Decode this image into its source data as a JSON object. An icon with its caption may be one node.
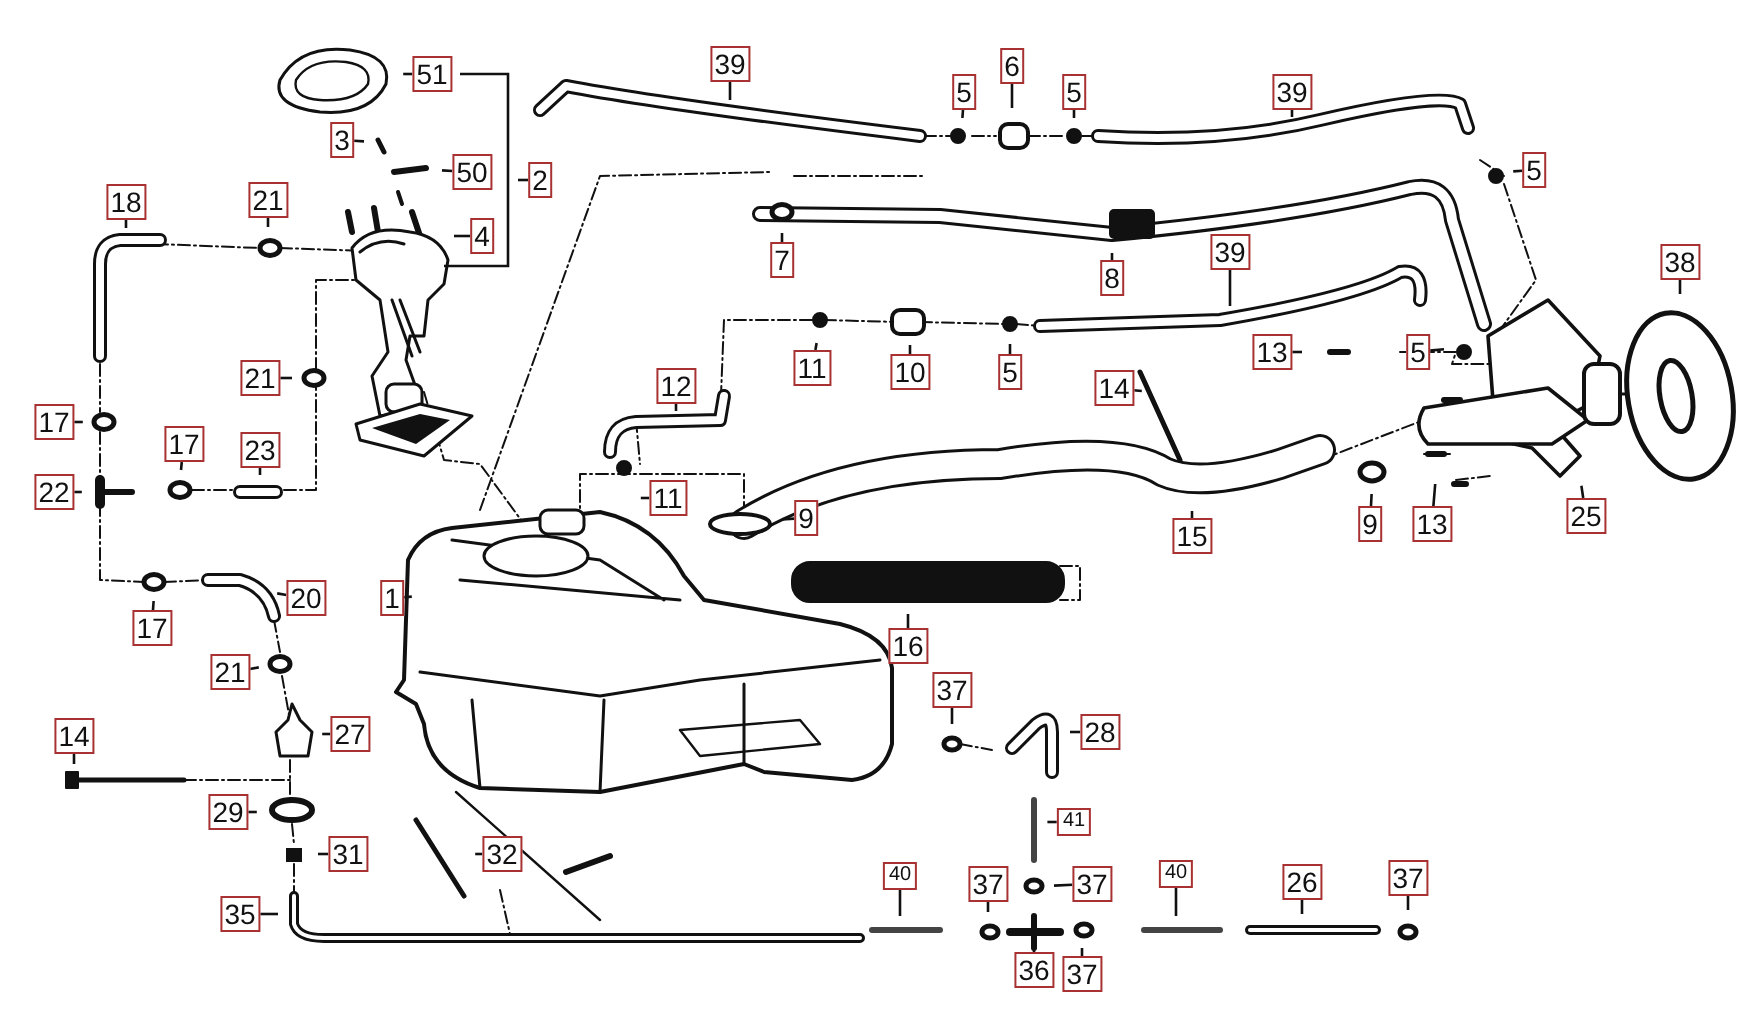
{
  "diagram": {
    "nodes": [
      {
        "text": [
          "51"
        ]
      },
      {
        "text": [
          "39"
        ]
      },
      {
        "text": [
          "5"
        ]
      },
      {
        "text": [
          "6"
        ]
      },
      {
        "text": [
          "5"
        ]
      },
      {
        "text": [
          "39"
        ]
      },
      {
        "text": [
          "3"
        ]
      },
      {
        "text": [
          "50"
        ]
      },
      {
        "text": [
          "2"
        ]
      },
      {
        "text": [
          "18"
        ]
      },
      {
        "text": [
          "21"
        ]
      },
      {
        "text": [
          "4"
        ]
      },
      {
        "text": [
          "5"
        ]
      },
      {
        "text": [
          "7"
        ]
      },
      {
        "text": [
          "8"
        ]
      },
      {
        "text": [
          "38"
        ]
      },
      {
        "text": [
          "39"
        ]
      },
      {
        "text": [
          "21"
        ]
      },
      {
        "text": [
          "12"
        ]
      },
      {
        "text": [
          "14"
        ]
      },
      {
        "text": [
          "11"
        ]
      },
      {
        "text": [
          "10"
        ]
      },
      {
        "text": [
          "5"
        ]
      },
      {
        "text": [
          "13"
        ]
      },
      {
        "text": [
          "5"
        ]
      },
      {
        "text": [
          "17"
        ]
      },
      {
        "text": [
          "17"
        ]
      },
      {
        "text": [
          "23"
        ]
      },
      {
        "text": [
          "22"
        ]
      },
      {
        "text": [
          "11"
        ]
      },
      {
        "text": [
          "9"
        ]
      },
      {
        "text": [
          "9"
        ]
      },
      {
        "text": [
          "15"
        ]
      },
      {
        "text": [
          "13"
        ]
      },
      {
        "text": [
          "25"
        ]
      },
      {
        "text": [
          "20"
        ]
      },
      {
        "text": [
          "17"
        ]
      },
      {
        "text": [
          "1"
        ]
      },
      {
        "text": [
          "21"
        ]
      },
      {
        "text": [
          "16"
        ]
      },
      {
        "text": [
          "37"
        ]
      },
      {
        "text": [
          "27"
        ]
      },
      {
        "text": [
          "28"
        ]
      },
      {
        "text": [
          "14"
        ]
      },
      {
        "text": [
          "29"
        ]
      },
      {
        "text": [
          "41"
        ]
      },
      {
        "text": [
          "31"
        ]
      },
      {
        "text": [
          "32"
        ]
      },
      {
        "text": [
          "35"
        ]
      },
      {
        "text": [
          "40"
        ]
      },
      {
        "text": [
          "37"
        ]
      },
      {
        "text": [
          "37"
        ]
      },
      {
        "text": [
          "40"
        ]
      },
      {
        "text": [
          "26"
        ]
      },
      {
        "text": [
          "37"
        ]
      },
      {
        "text": [
          "36"
        ]
      },
      {
        "text": [
          "37"
        ]
      }
    ],
    "edges": [
      {
        "from": 0,
        "to": null,
        "arrow": "none"
      },
      {
        "from": 1,
        "to": null,
        "arrow": "none"
      },
      {
        "from": 2,
        "to": null,
        "arrow": "none"
      },
      {
        "from": 3,
        "to": null,
        "arrow": "none"
      },
      {
        "from": 4,
        "to": null,
        "arrow": "none"
      },
      {
        "from": 5,
        "to": null,
        "arrow": "none"
      },
      {
        "from": 6,
        "to": null,
        "arrow": "none"
      },
      {
        "from": 7,
        "to": null,
        "arrow": "none"
      },
      {
        "from": 8,
        "to": null,
        "arrow": "none"
      },
      {
        "from": 9,
        "to": null,
        "arrow": "none"
      },
      {
        "from": 10,
        "to": null,
        "arrow": "none"
      },
      {
        "from": 11,
        "to": null,
        "arrow": "none"
      },
      {
        "from": 12,
        "to": null,
        "arrow": "none"
      },
      {
        "from": 13,
        "to": null,
        "arrow": "none"
      },
      {
        "from": 14,
        "to": null,
        "arrow": "none"
      },
      {
        "from": 15,
        "to": null,
        "arrow": "none"
      },
      {
        "from": 16,
        "to": null,
        "arrow": "none"
      },
      {
        "from": 17,
        "to": null,
        "arrow": "none"
      },
      {
        "from": 18,
        "to": null,
        "arrow": "none"
      },
      {
        "from": 19,
        "to": null,
        "arrow": "none"
      },
      {
        "from": 20,
        "to": null,
        "arrow": "none"
      },
      {
        "from": 21,
        "to": null,
        "arrow": "none"
      },
      {
        "from": 22,
        "to": null,
        "arrow": "none"
      },
      {
        "from": 23,
        "to": null,
        "arrow": "none"
      },
      {
        "from": 24,
        "to": null,
        "arrow": "none"
      },
      {
        "from": 25,
        "to": null,
        "arrow": "none"
      },
      {
        "from": 26,
        "to": null,
        "arrow": "none"
      },
      {
        "from": 27,
        "to": null,
        "arrow": "none"
      },
      {
        "from": 28,
        "to": null,
        "arrow": "none"
      },
      {
        "from": 29,
        "to": null,
        "arrow": "none"
      },
      {
        "from": 30,
        "to": null,
        "arrow": "none"
      },
      {
        "from": 31,
        "to": null,
        "arrow": "none"
      },
      {
        "from": 32,
        "to": null,
        "arrow": "none"
      },
      {
        "from": 33,
        "to": null,
        "arrow": "none"
      },
      {
        "from": 34,
        "to": null,
        "arrow": "none"
      },
      {
        "from": 35,
        "to": null,
        "arrow": "none"
      },
      {
        "from": 36,
        "to": null,
        "arrow": "none"
      },
      {
        "from": 37,
        "to": null,
        "arrow": "none"
      },
      {
        "from": 38,
        "to": null,
        "arrow": "none"
      },
      {
        "from": 39,
        "to": null,
        "arrow": "none"
      },
      {
        "from": 40,
        "to": null,
        "arrow": "none"
      },
      {
        "from": 41,
        "to": null,
        "arrow": "none"
      },
      {
        "from": 42,
        "to": null,
        "arrow": "none"
      },
      {
        "from": 43,
        "to": null,
        "arrow": "none"
      },
      {
        "from": 44,
        "to": null,
        "arrow": "none"
      },
      {
        "from": 45,
        "to": null,
        "arrow": "none"
      },
      {
        "from": 46,
        "to": null,
        "arrow": "none"
      },
      {
        "from": 47,
        "to": null,
        "arrow": "none"
      },
      {
        "from": 48,
        "to": null,
        "arrow": "none"
      },
      {
        "from": 49,
        "to": null,
        "arrow": "none"
      },
      {
        "from": 50,
        "to": null,
        "arrow": "none"
      },
      {
        "from": 51,
        "to": null,
        "arrow": "none"
      },
      {
        "from": 52,
        "to": null,
        "arrow": "none"
      },
      {
        "from": 53,
        "to": null,
        "arrow": "none"
      },
      {
        "from": 54,
        "to": null,
        "arrow": "none"
      },
      {
        "from": 55,
        "to": null,
        "arrow": "none"
      },
      {
        "from": 56,
        "to": null,
        "arrow": "none"
      }
    ]
  }
}
